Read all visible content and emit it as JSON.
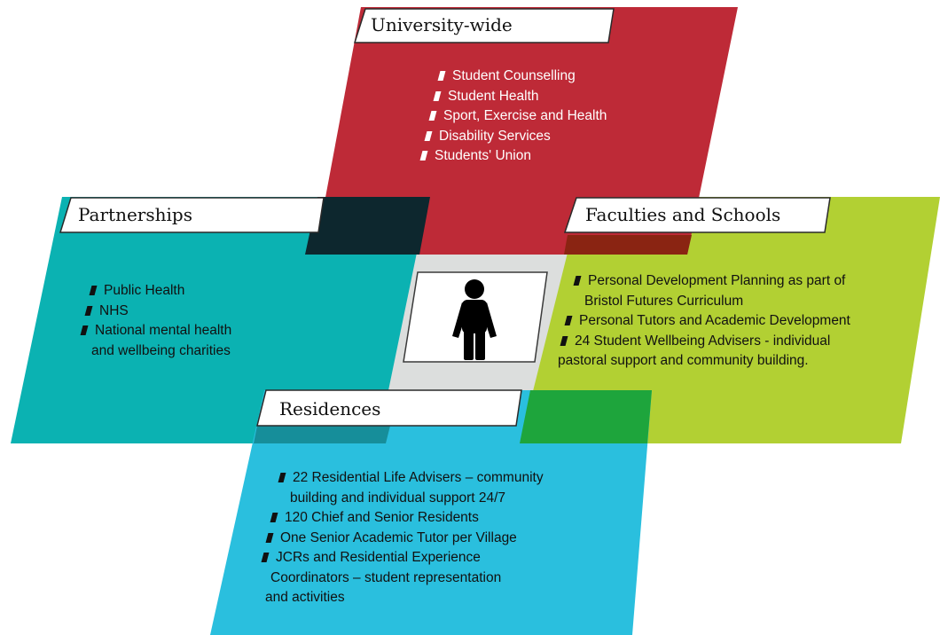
{
  "colors": {
    "university": "#be2a37",
    "partnerships": "#0bb2b2",
    "faculties": "#b2d033",
    "residences": "#2abfde",
    "center": "#dcdedd",
    "overlap_red_teal": "#0d272e",
    "overlap_red_green": "#8a2412",
    "overlap_teal_blue": "#168e9a",
    "overlap_green_blue": "#1ea53c"
  },
  "person_icon": "person-icon",
  "university_wide": {
    "label": "University-wide",
    "items": [
      "Student Counselling",
      "Student Health",
      "Sport, Exercise and Health",
      "Disability Services",
      "Students' Union"
    ]
  },
  "partnerships": {
    "label": "Partnerships",
    "items": [
      {
        "lines": [
          "Public Health"
        ]
      },
      {
        "lines": [
          "NHS"
        ]
      },
      {
        "lines": [
          "National mental health",
          "and wellbeing charities"
        ]
      }
    ]
  },
  "faculties": {
    "label": "Faculties and Schools",
    "items": [
      {
        "lines": [
          "Personal Development Planning as part of",
          "Bristol Futures Curriculum"
        ]
      },
      {
        "lines": [
          "Personal Tutors and Academic Development"
        ]
      },
      {
        "lines": [
          "24 Student Wellbeing Advisers - individual",
          "pastoral support and community building."
        ]
      }
    ]
  },
  "residences": {
    "label": "Residences",
    "items": [
      {
        "lines": [
          "22 Residential Life Advisers – community",
          "building and individual support 24/7"
        ]
      },
      {
        "lines": [
          "120 Chief and Senior Residents"
        ]
      },
      {
        "lines": [
          "One Senior Academic Tutor per Village"
        ]
      },
      {
        "lines": [
          "JCRs and Residential Experience",
          "Coordinators – student representation",
          "and activities"
        ]
      }
    ]
  }
}
